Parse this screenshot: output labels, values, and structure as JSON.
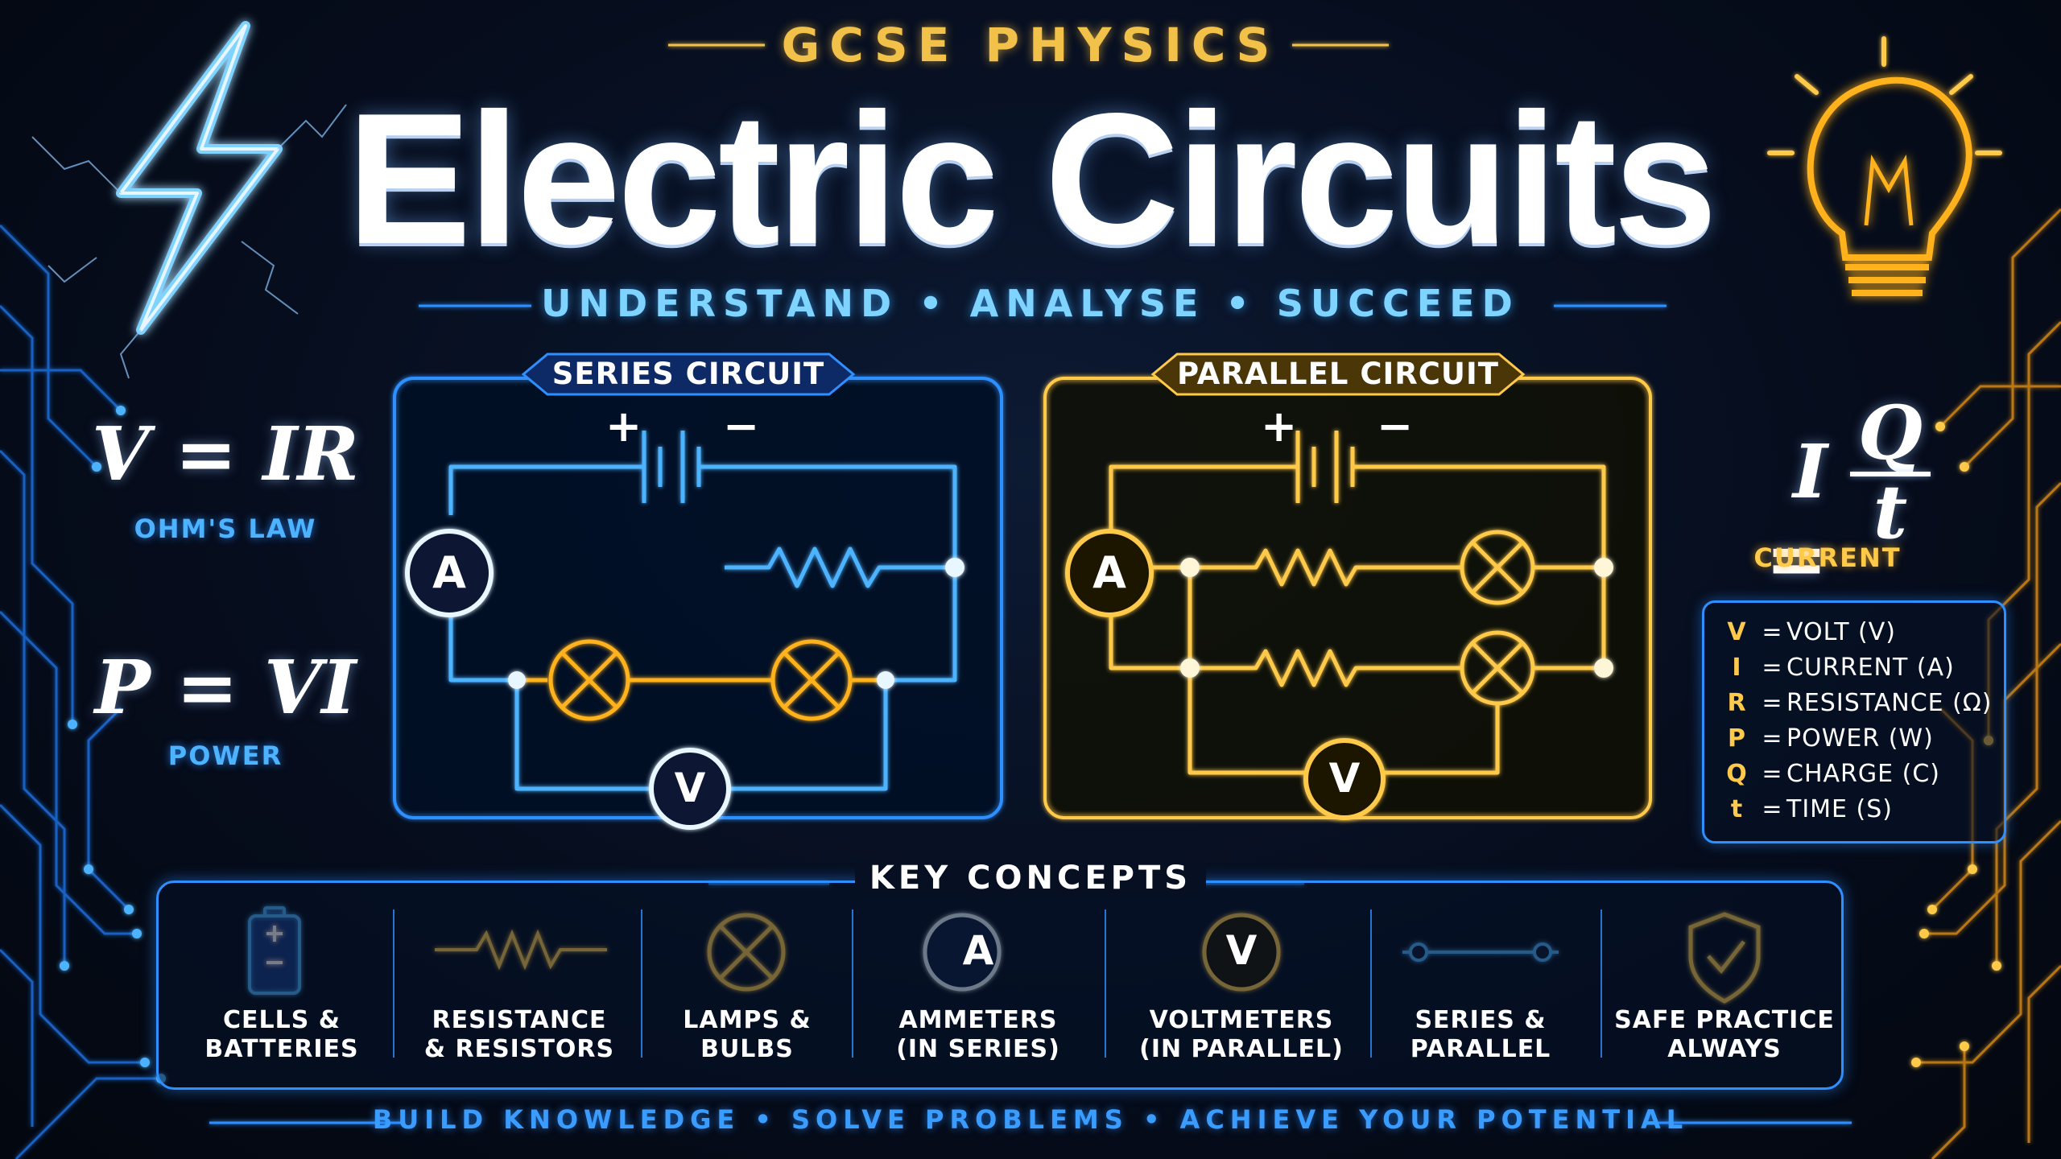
{
  "header": {
    "subtitle": "GCSE PHYSICS",
    "title": "Electric Circuits",
    "tagline": "UNDERSTAND • ANALYSE • SUCCEED"
  },
  "formulas": {
    "ohms_law": {
      "expression": "V = IR",
      "label": "OHM'S LAW"
    },
    "power": {
      "expression": "P = VI",
      "label": "POWER"
    },
    "current": {
      "numerator": "Q",
      "lhs": "I =",
      "denominator": "t",
      "label": "CURRENT"
    }
  },
  "series_panel": {
    "title": "SERIES CIRCUIT",
    "ammeter": "A",
    "voltmeter": "V",
    "plus": "+",
    "minus": "−"
  },
  "parallel_panel": {
    "title": "PARALLEL CIRCUIT",
    "ammeter": "A",
    "voltmeter": "V",
    "plus": "+",
    "minus": "−"
  },
  "legend": {
    "items": [
      {
        "symbol": "V",
        "equals": "=",
        "meaning": "VOLT (V)"
      },
      {
        "symbol": "I",
        "equals": "=",
        "meaning": "CURRENT (A)"
      },
      {
        "symbol": "R",
        "equals": "=",
        "meaning": "RESISTANCE (Ω)"
      },
      {
        "symbol": "P",
        "equals": "=",
        "meaning": "POWER (W)"
      },
      {
        "symbol": "Q",
        "equals": "=",
        "meaning": "CHARGE (C)"
      },
      {
        "symbol": "t",
        "equals": "=",
        "meaning": "TIME (S)"
      }
    ]
  },
  "key_concepts": {
    "heading": "KEY CONCEPTS",
    "items": [
      {
        "icon": "battery-icon",
        "line1": "CELLS &",
        "line2": "BATTERIES"
      },
      {
        "icon": "resistor-icon",
        "line1": "RESISTANCE",
        "line2": "& RESISTORS"
      },
      {
        "icon": "lamp-icon",
        "line1": "LAMPS &",
        "line2": "BULBS"
      },
      {
        "icon": "ammeter-icon",
        "glyph": "A",
        "line1": "AMMETERS",
        "line2": "(IN SERIES)"
      },
      {
        "icon": "voltmeter-icon",
        "glyph": "V",
        "line1": "VOLTMETERS",
        "line2": "(IN PARALLEL)"
      },
      {
        "icon": "wire-icon",
        "line1": "SERIES &",
        "line2": "PARALLEL"
      },
      {
        "icon": "shield-check-icon",
        "line1": "SAFE PRACTICE",
        "line2": "ALWAYS"
      }
    ]
  },
  "footer": {
    "text": "BUILD KNOWLEDGE • SOLVE PROBLEMS • ACHIEVE YOUR POTENTIAL"
  },
  "colors": {
    "blue": "#2f8fff",
    "gold": "#ffc94a",
    "background": "#060d1d"
  }
}
